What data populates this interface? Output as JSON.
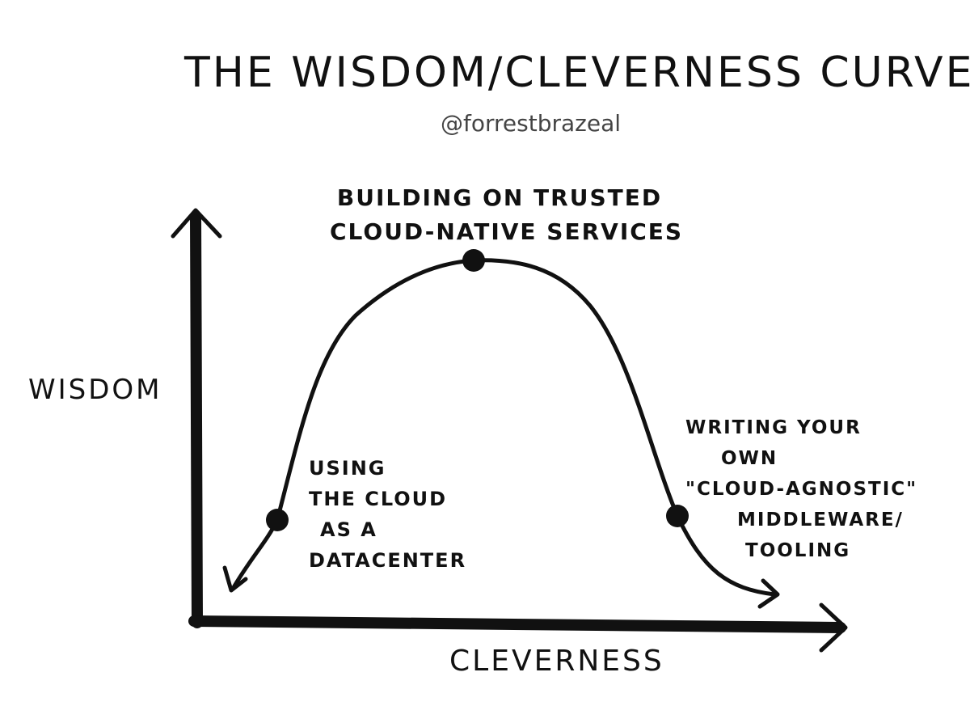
{
  "title": "THE WISDOM/CLEVERNESS CURVE",
  "author_handle": "@forrestbrazeal",
  "axes": {
    "y_label": "WISDOM",
    "x_label": "CLEVERNESS"
  },
  "points": [
    {
      "id": "left",
      "lines": [
        "USING",
        "THE CLOUD",
        "AS A",
        "DATACENTER"
      ]
    },
    {
      "id": "peak",
      "lines": [
        "BUILDING ON TRUSTED",
        "CLOUD-NATIVE SERVICES"
      ]
    },
    {
      "id": "right",
      "lines": [
        "WRITING YOUR",
        "OWN",
        "\"CLOUD-AGNOSTIC\"",
        "MIDDLEWARE/",
        "TOOLING"
      ]
    }
  ],
  "colors": {
    "ink": "#111111",
    "background": "#ffffff"
  }
}
